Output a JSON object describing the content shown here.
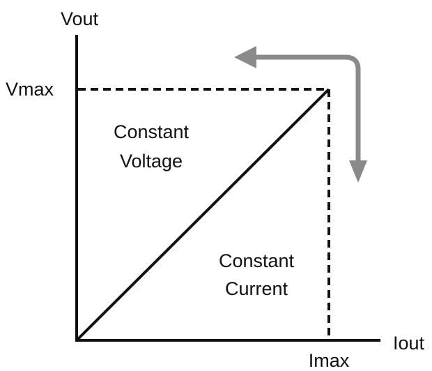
{
  "axes": {
    "y_label": "Vout",
    "x_label": "Iout",
    "y_max_label": "Vmax",
    "x_max_label": "Imax"
  },
  "regions": {
    "constant_voltage": {
      "line1": "Constant",
      "line2": "Voltage"
    },
    "constant_current": {
      "line1": "Constant",
      "line2": "Current"
    }
  },
  "colors": {
    "ink": "#111111",
    "arrow": "#8a8a8a",
    "background": "#ffffff"
  }
}
